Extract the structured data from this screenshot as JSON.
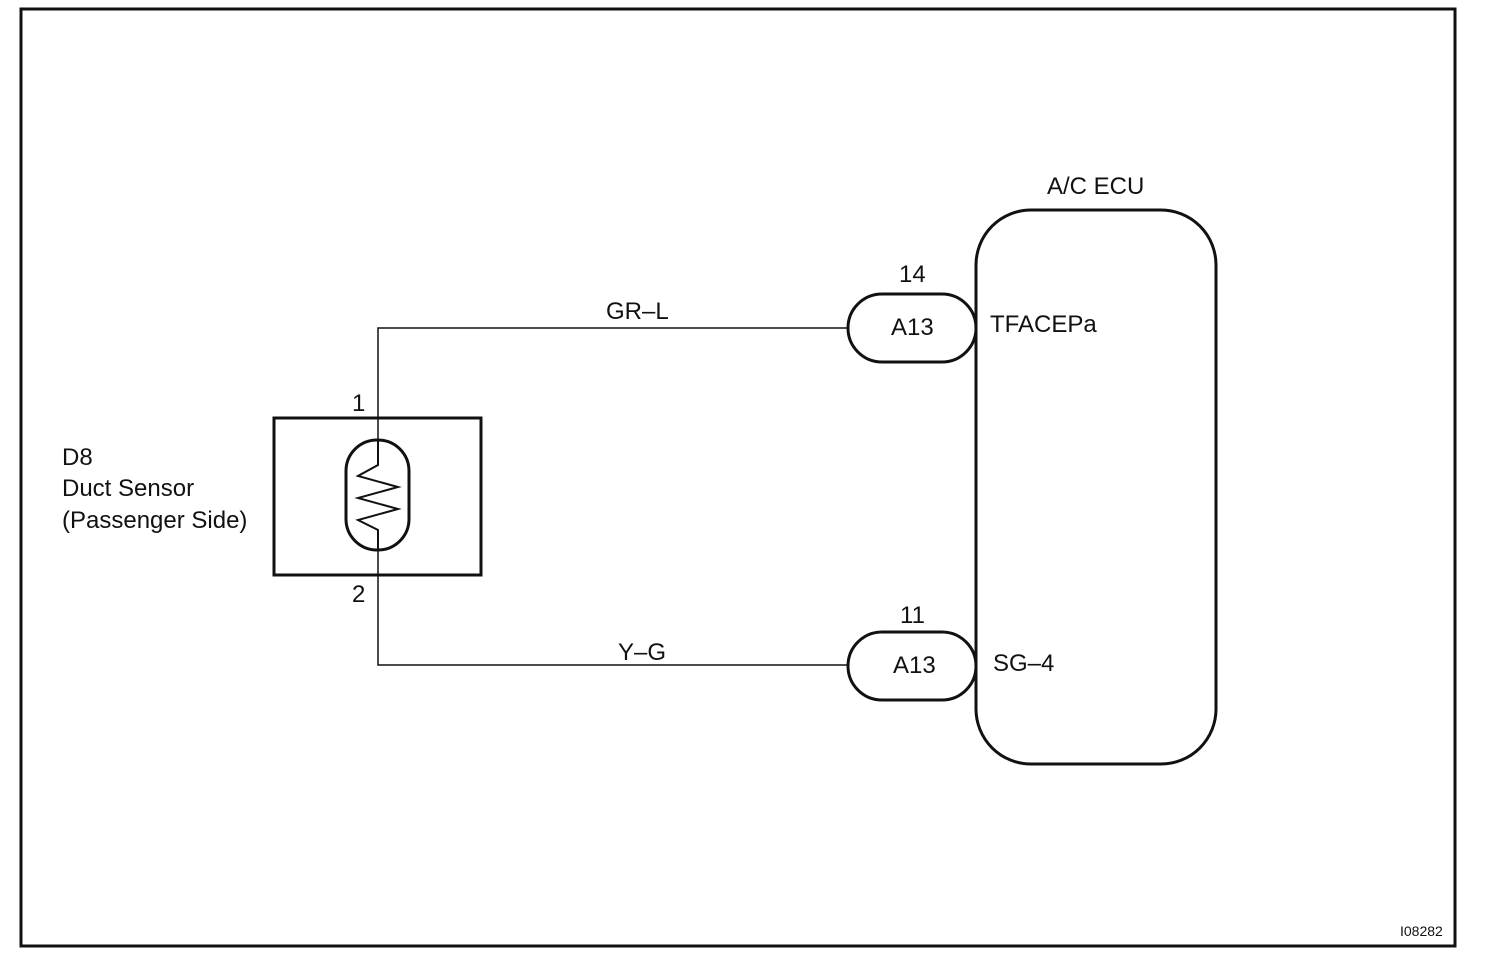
{
  "sensor": {
    "code": "D8",
    "name": "Duct Sensor",
    "side": "(Passenger Side)",
    "pin_top": "1",
    "pin_bottom": "2"
  },
  "ecu": {
    "title": "A/C ECU",
    "terminals": [
      {
        "pin": "14",
        "connector": "A13",
        "signal": "TFACEPa",
        "wire": "GR–L"
      },
      {
        "pin": "11",
        "connector": "A13",
        "signal": "SG–4",
        "wire": "Y–G"
      }
    ]
  },
  "figure_id": "I08282"
}
